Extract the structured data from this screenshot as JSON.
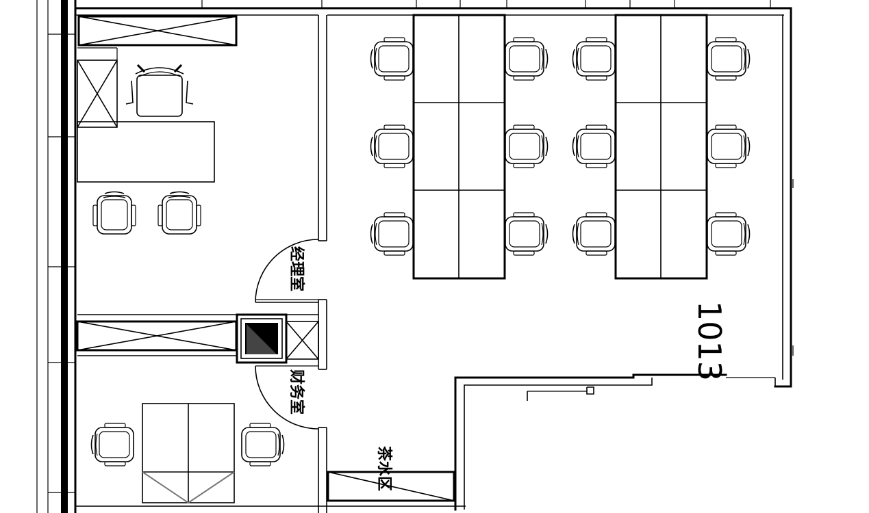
{
  "plan": {
    "unit_number": "1013",
    "rooms": {
      "manager_office": "经理室",
      "finance_office": "财务室",
      "tea_room": "茶水区"
    }
  }
}
